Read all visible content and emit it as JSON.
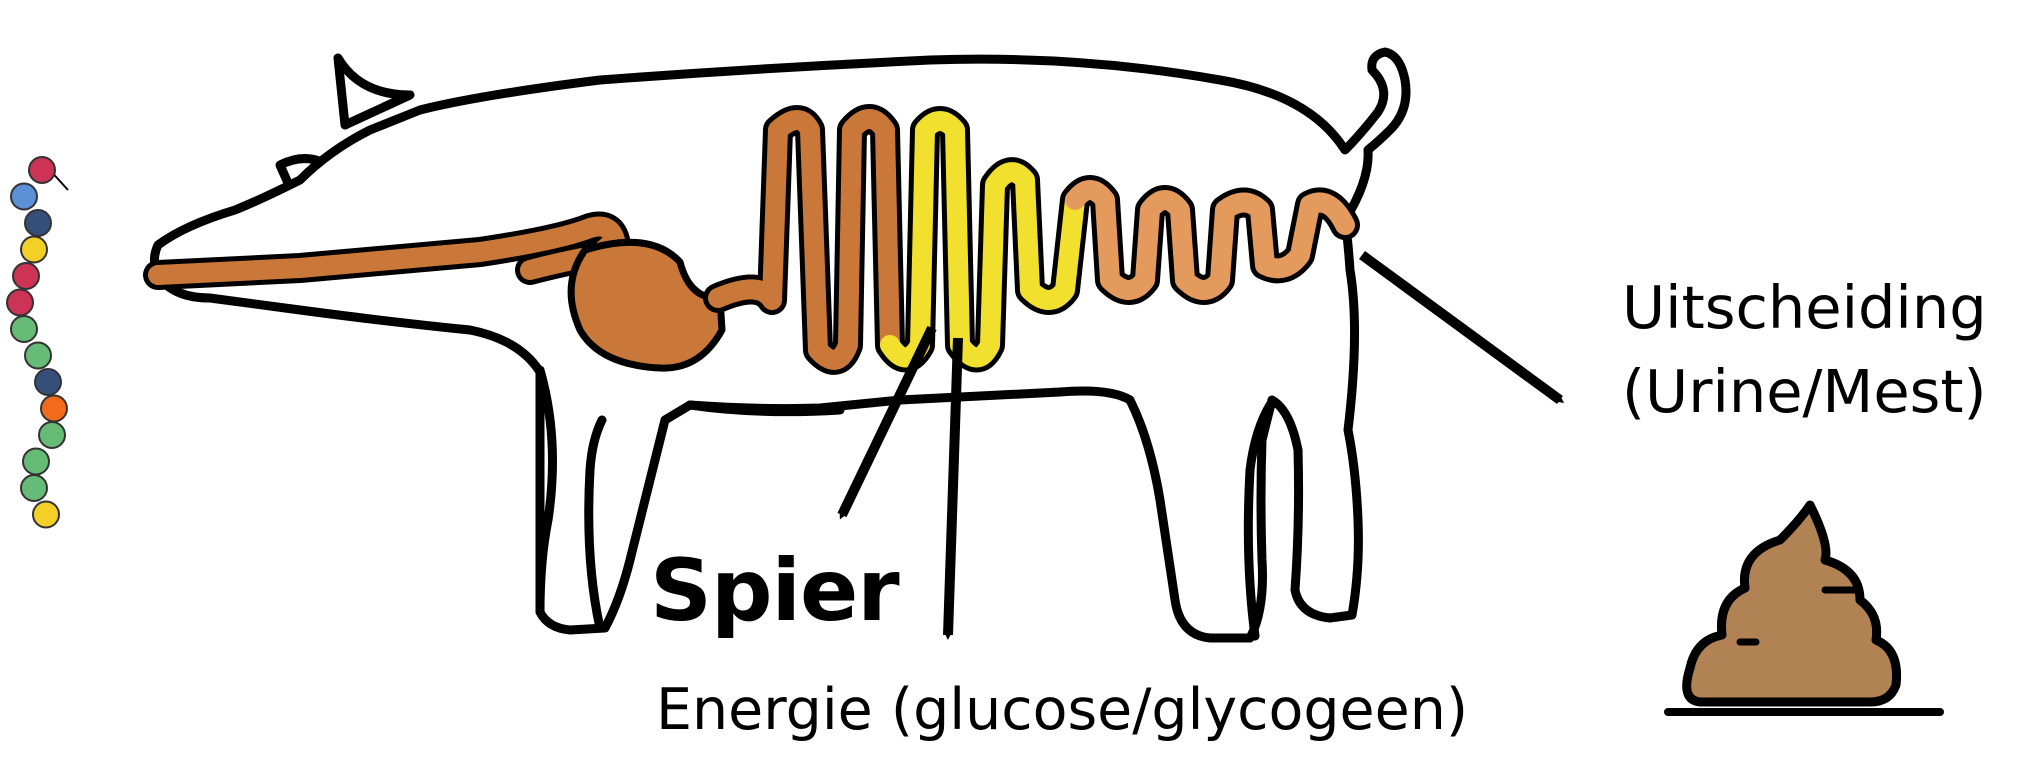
{
  "diagram": {
    "labels": {
      "muscle": "Spier",
      "energy": "Energie (glucose/glycogeen)",
      "excretion_line1": "Uitscheiding",
      "excretion_line2": "(Urine/Mest)"
    },
    "icons": {
      "protein_chain": "amino-acid-chain-icon",
      "animal": "pig-digestive-tract-illustration",
      "excretion": "poop-icon"
    },
    "amino_acid_colors": [
      "#cc3355",
      "#5b8fd6",
      "#34507a",
      "#f4cf26",
      "#cc3355",
      "#cc3355",
      "#66bb77",
      "#66bb77",
      "#34507a",
      "#f26a1b",
      "#66bb77",
      "#66bb77",
      "#66bb77",
      "#f4cf26"
    ],
    "colors": {
      "gut_dark": "#c97839",
      "gut_light": "#e49a5c",
      "small_intestine": "#f2e02e",
      "poop": "#b18254",
      "outline": "#000000"
    }
  }
}
